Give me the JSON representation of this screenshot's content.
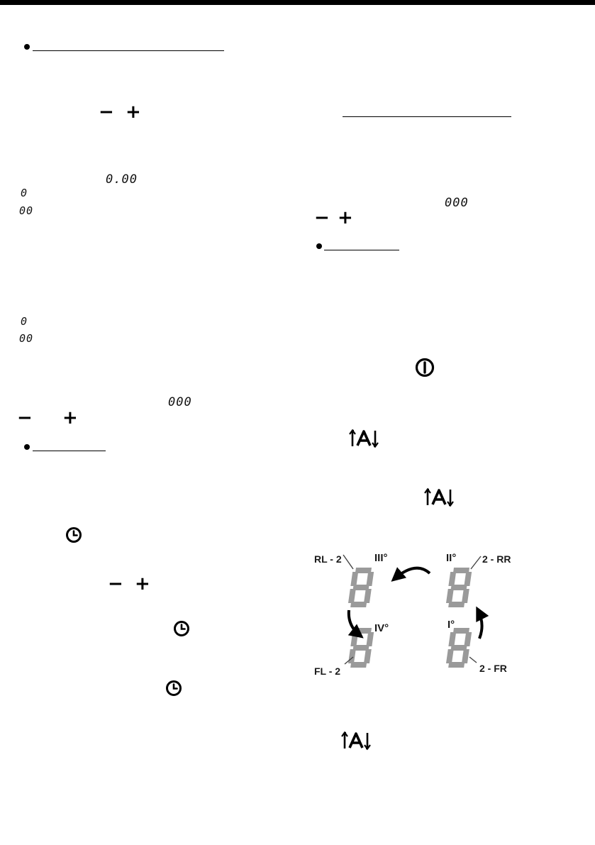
{
  "symbols": {
    "minus": "−",
    "plus": "+",
    "display_0_00": "0.00",
    "display_000": "000",
    "display_0": "0",
    "display_00": "00",
    "big_digit": "8"
  },
  "diagram": {
    "zones": {
      "rl": "RL - 2",
      "rr": "2 - RR",
      "fl": "FL - 2",
      "fr": "2 - FR"
    },
    "order": {
      "first": "I°",
      "second": "II°",
      "third": "III°",
      "fourth": "IV°"
    },
    "segment_color": "#9a9a9a"
  },
  "icons": {
    "power": "power-icon",
    "timer": "timer-clock-icon",
    "auto": "auto-a-icon"
  }
}
